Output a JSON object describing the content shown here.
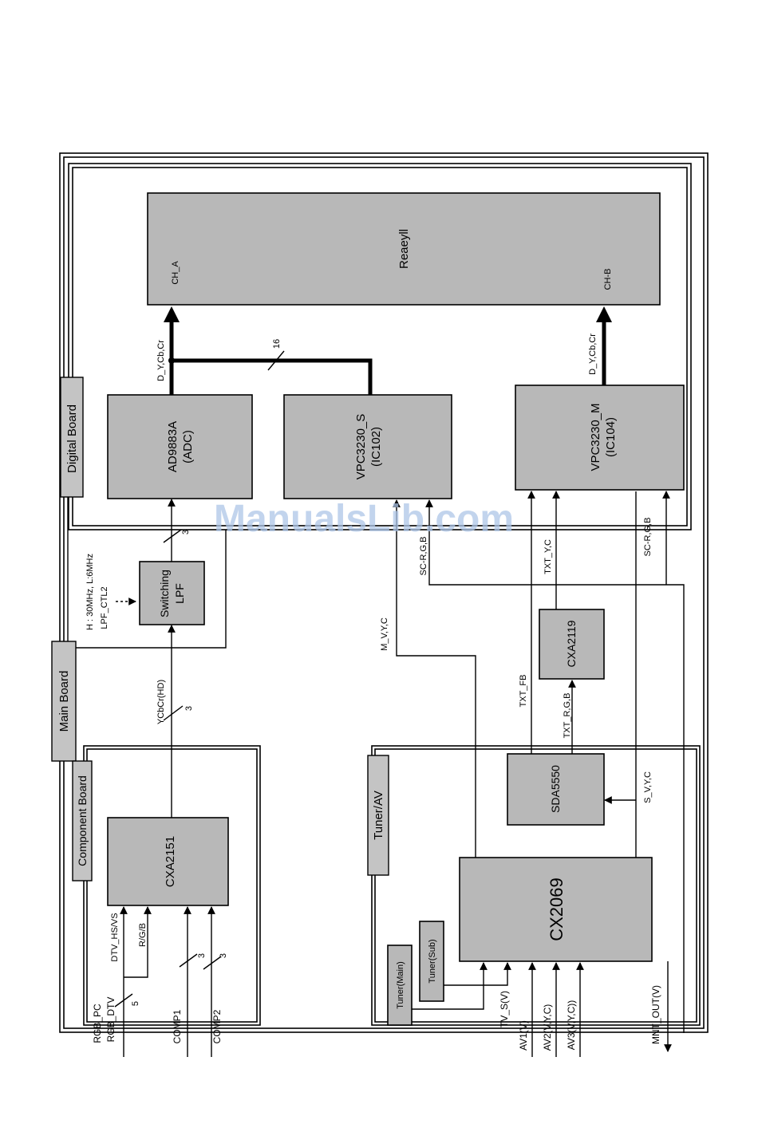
{
  "boards": {
    "digital": "Digital Board",
    "main": "Main Board",
    "component": "Component Board",
    "tuner_av": "Tuner/AV"
  },
  "blocks": {
    "reaeyll": "Reaeyll",
    "ch_a": "CH_A",
    "ch_b": "CH-B",
    "ad9883a_l1": "AD9883A",
    "ad9883a_l2": "(ADC)",
    "vpc_s_l1": "VPC3230_S",
    "vpc_s_l2": "(IC102)",
    "vpc_m_l1": "VPC3230_M",
    "vpc_m_l2": "(IC104)",
    "lpf_l1": "Switching",
    "lpf_l2": "LPF",
    "cxa2151": "CXA2151",
    "cxa2119": "CXA2119",
    "sda5550": "SDA5550",
    "cx2069": "CX2069",
    "tuner_main": "Tuner(Main)",
    "tuner_sub": "Tuner(Sub)"
  },
  "signals": {
    "d_ycbcr_a": "D_Y,Cb,Cr",
    "d_ycbcr_b": "D_Y,Cb,Cr",
    "bus16": "16",
    "adc_in_3": "3",
    "ycbcr_hd": "YCbCr(HD)",
    "hd_3": "3",
    "lpf_freq": "H : 30MHz, L:6MHz",
    "lpf_ctl": "LPF_CTL2",
    "m_vyc": "M_V,Y,C",
    "sc_rgb_1": "SC-R,G,B",
    "sc_rgb_2": "SC-R,G,B",
    "txt_yc": "TXT_Y,C",
    "txt_fb": "TXT_FB",
    "txt_rgb": "TXT_R,G,B",
    "s_vyc": "S_V,Y,C",
    "dtv_hsvs": "DTV_HS/VS",
    "rgb_bus": "R/G/B",
    "in_5": "5",
    "comp1_3": "3",
    "comp2_3": "3",
    "rgb_pc": "RGB_PC",
    "rgb_dtv": "RGB_DTV",
    "comp1": "COMP1",
    "comp2": "COMP2",
    "tv_s": "TV_S(V)",
    "av1": "AV1(V)",
    "av2": "AV2(V,Y,C)",
    "av3": "AV3(V,Y,C))",
    "mnt_out": "MNT_OUT(V)"
  },
  "watermark": "ManualsLib.com"
}
